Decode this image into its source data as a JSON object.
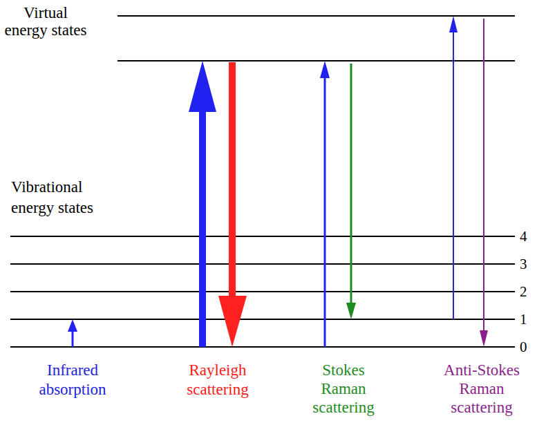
{
  "diagram": {
    "labels": [
      "Virtual energy states",
      "Vibrational energy states",
      "4",
      "3",
      "2",
      "1",
      "0",
      "Infrared absorption",
      "Rayleigh scattering",
      "Stokes Raman scattering",
      "Anti-Stokes Raman scattering"
    ]
  }
}
